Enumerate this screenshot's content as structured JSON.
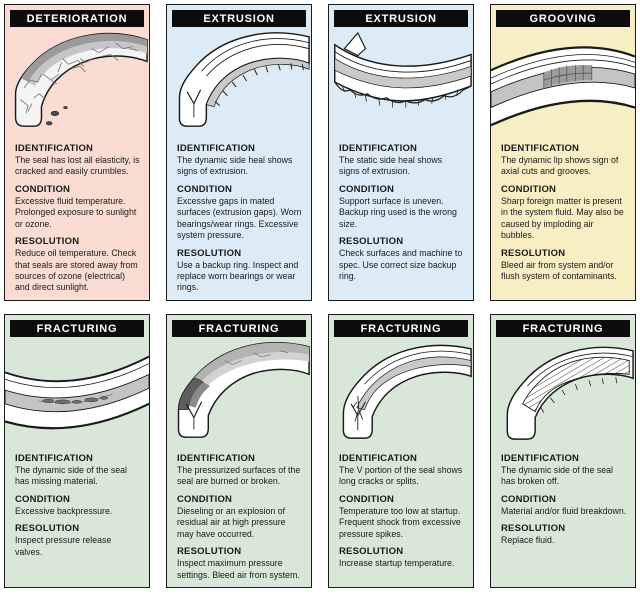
{
  "colors": {
    "page_background": "#ffffff",
    "card_peach": "#fadcd2",
    "card_blue": "#dcebf5",
    "card_yellow": "#f7eec3",
    "card_green": "#d9e7d8",
    "title_bar_background": "#0c0c0c",
    "title_bar_text": "#ffffff",
    "card_border": "#1a1a1a",
    "body_text": "#1a1a1a"
  },
  "cards": [
    {
      "title": "DETERIORATION",
      "color": "#fadcd2",
      "illustration": "cracked-crumbling-seal-illustration",
      "sections": [
        {
          "heading": "IDENTIFICATION",
          "body": "The seal has lost all elasticity, is cracked and easily crumbles."
        },
        {
          "heading": "CONDITION",
          "body": "Excessive fluid temperature. Prolonged exposure to sunlight or ozone."
        },
        {
          "heading": "RESOLUTION",
          "body": "Reduce oil temperature. Check that seals are stored away from sources of ozone (electrical) and direct sunlight."
        }
      ]
    },
    {
      "title": "EXTRUSION",
      "color": "#dcebf5",
      "illustration": "dynamic-heal-extrusion-seal-illustration",
      "sections": [
        {
          "heading": "IDENTIFICATION",
          "body": "The dynamic side heal shows signs of extrusion."
        },
        {
          "heading": "CONDITION",
          "body": "Excessive gaps in mated surfaces (extrusion gaps). Worn bearings/wear rings. Excessive system pressure."
        },
        {
          "heading": "RESOLUTION",
          "body": "Use a backup ring. Inspect and replace worn bearings or wear rings."
        }
      ]
    },
    {
      "title": "EXTRUSION",
      "color": "#dcebf5",
      "illustration": "static-heal-extrusion-seal-illustration",
      "sections": [
        {
          "heading": "IDENTIFICATION",
          "body": "The static side heal shows signs of extrusion."
        },
        {
          "heading": "CONDITION",
          "body": "Support surface is uneven. Backup ring used is the wrong size."
        },
        {
          "heading": "RESOLUTION",
          "body": "Check surfaces and machine to spec. Use correct size backup ring."
        }
      ]
    },
    {
      "title": "GROOVING",
      "color": "#f7eec3",
      "illustration": "grooved-seal-lip-illustration",
      "sections": [
        {
          "heading": "IDENTIFICATION",
          "body": "The dynamic lip shows sign of axial cuts and grooves."
        },
        {
          "heading": "CONDITION",
          "body": "Sharp foreign matter is present in the system fluid. May also be caused by imploding air bubbles."
        },
        {
          "heading": "RESOLUTION",
          "body": "Bleed air from system and/or flush system of contaminants."
        }
      ]
    },
    {
      "title": "FRACTURING",
      "color": "#d9e7d8",
      "illustration": "missing-material-seal-illustration",
      "sections": [
        {
          "heading": "IDENTIFICATION",
          "body": "The dynamic side of the seal has missing material."
        },
        {
          "heading": "CONDITION",
          "body": "Excessive backpressure."
        },
        {
          "heading": "RESOLUTION",
          "body": "Inspect pressure release valves."
        }
      ]
    },
    {
      "title": "FRACTURING",
      "color": "#d9e7d8",
      "illustration": "burned-broken-seal-illustration",
      "sections": [
        {
          "heading": "IDENTIFICATION",
          "body": "The pressurized surfaces of the seal are burned or broken."
        },
        {
          "heading": "CONDITION",
          "body": "Dieseling or an explosion of residual air at high pressure may have occurred."
        },
        {
          "heading": "RESOLUTION",
          "body": "Inspect maximum pressure settings. Bleed air from system."
        }
      ]
    },
    {
      "title": "FRACTURING",
      "color": "#d9e7d8",
      "illustration": "v-portion-cracked-seal-illustration",
      "sections": [
        {
          "heading": "IDENTIFICATION",
          "body": "The V portion of the seal shows long cracks or splits."
        },
        {
          "heading": "CONDITION",
          "body": "Temperature too low at startup. Frequent shock from excessive pressure spikes."
        },
        {
          "heading": "RESOLUTION",
          "body": "Increase startup temperature."
        }
      ]
    },
    {
      "title": "FRACTURING",
      "color": "#d9e7d8",
      "illustration": "broken-off-seal-illustration",
      "sections": [
        {
          "heading": "IDENTIFICATION",
          "body": "The dynamic side of the seal has broken off."
        },
        {
          "heading": "CONDITION",
          "body": "Material and/or fluid breakdown."
        },
        {
          "heading": "RESOLUTION",
          "body": "Replace fluid."
        }
      ]
    }
  ]
}
